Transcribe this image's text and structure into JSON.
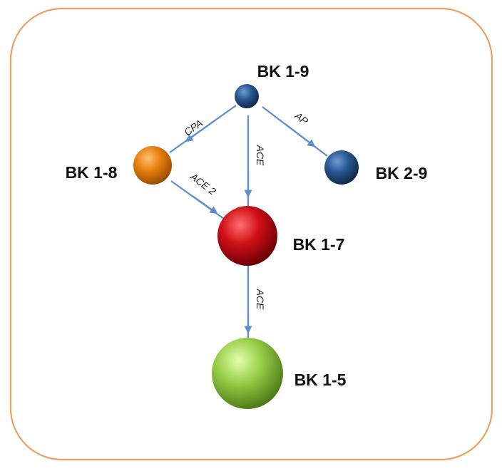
{
  "nodes": {
    "bk19": {
      "label": "BK 1-9",
      "color": "#1f4e85"
    },
    "bk18": {
      "label": "BK 1-8",
      "color": "#e07a10"
    },
    "bk29": {
      "label": "BK 2-9",
      "color": "#1f4e85"
    },
    "bk17": {
      "label": "BK 1-7",
      "color": "#c8101a"
    },
    "bk15": {
      "label": "BK 1-5",
      "color": "#8cc63f"
    }
  },
  "edges": {
    "cpa": {
      "label": "CPA",
      "from": "BK 1-9",
      "to": "BK 1-8"
    },
    "ap": {
      "label": "AP",
      "from": "BK 1-9",
      "to": "BK 2-9"
    },
    "ace_top": {
      "label": "ACE",
      "from": "BK 1-9",
      "to": "BK 1-7"
    },
    "ace2": {
      "label": "ACE 2",
      "from": "BK 1-8",
      "to": "BK 1-7"
    },
    "ace_bottom": {
      "label": "ACE",
      "from": "BK 1-7",
      "to": "BK 1-5"
    }
  },
  "colors": {
    "frame": "#e9a263",
    "arrow": "#5b8fd0"
  }
}
